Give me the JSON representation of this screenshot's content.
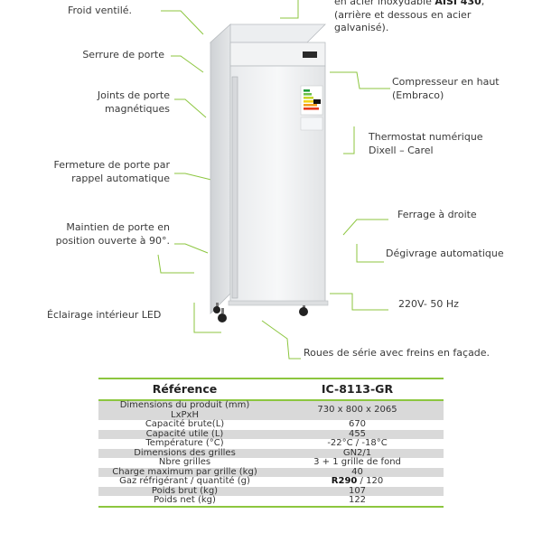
{
  "features": {
    "froid": "Froid ventilé.",
    "steel_line1": "en acier inoxydable",
    "steel_grade": "AISI 430",
    "steel_line2": "(arrière et dessous en acier",
    "steel_line3": "galvanisé).",
    "serrure": "Serrure de porte",
    "joints_1": "Joints de porte",
    "joints_2": "magnétiques",
    "fermeture_1": "Fermeture de porte par",
    "fermeture_2": "rappel automatique",
    "maintien_1": "Maintien de porte en",
    "maintien_2": "position ouverte à 90°.",
    "eclairage": "Éclairage intérieur LED",
    "compresseur_1": "Compresseur en haut",
    "compresseur_2": "(Embraco)",
    "thermostat_1": "Thermostat numérique",
    "thermostat_2": "Dixell – Carel",
    "ferrage": "Ferrage à droite",
    "degivrage": "Dégivrage automatique",
    "voltage": "220V- 50 Hz",
    "roues": "Roues de série avec freins en façade."
  },
  "spec": {
    "header_key": "Référence",
    "header_val": "IC-8113-GR",
    "rows": [
      {
        "k1": "Dimensions du produit (mm)",
        "k2": "LxPxH",
        "v": "730 x 800 x 2065"
      },
      {
        "k1": "Capacité brute(L)",
        "v": "670"
      },
      {
        "k1": "Capacité utile (L)",
        "v": "455"
      },
      {
        "k1": "Température (°C)",
        "v": "-22°C / -18°C"
      },
      {
        "k1": "Dimensions  des grilles",
        "v": "GN2/1"
      },
      {
        "k1": "Nbre grilles",
        "v": "3 + 1 grille de fond"
      },
      {
        "k1": "Charge maximum par grille (kg)",
        "v": "40"
      },
      {
        "k1": "Gaz réfrigérant / quantité  (g)",
        "v_bold": "R290",
        "v": " / 120"
      },
      {
        "k1": "Poids brut (kg)",
        "v": "107"
      },
      {
        "k1": "Poids net (kg)",
        "v": "122"
      }
    ]
  }
}
